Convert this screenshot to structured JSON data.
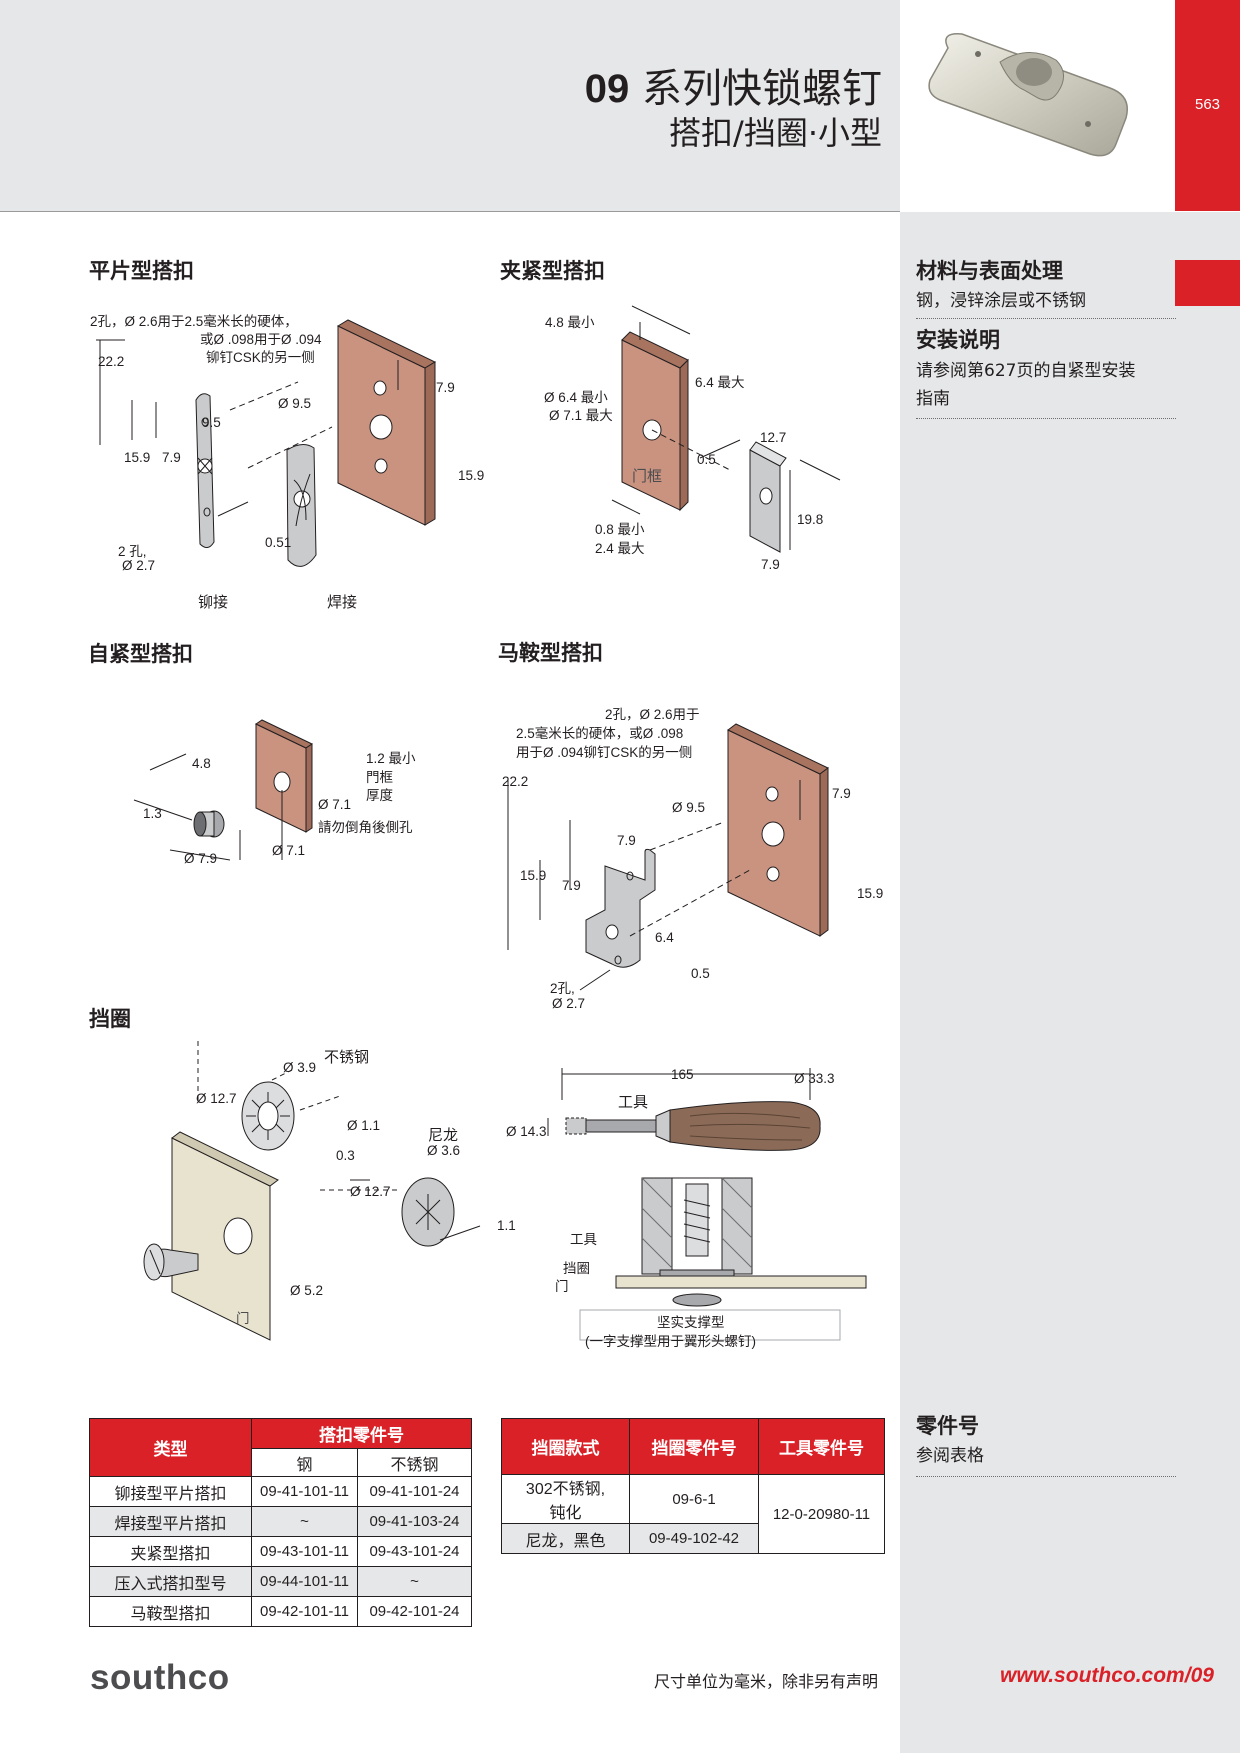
{
  "header": {
    "series_number": "09",
    "title": "系列快锁螺钉",
    "subtitle": "搭扣/挡圈·小型",
    "page_number": "563"
  },
  "sidebar": {
    "materials_heading": "材料与表面处理",
    "materials_text": "钢，浸锌涂层或不锈钢",
    "install_heading": "安装说明",
    "install_text_1": "请参阅第627页的自紧型安装",
    "install_text_2": "指南",
    "parts_heading": "零件号",
    "parts_text": "参阅表格"
  },
  "sections": {
    "flat": {
      "title": "平片型搭扣",
      "note_1": "2孔，Ø 2.6用于2.5毫米长的硬体，",
      "note_2": "或Ø .098用于Ø .094",
      "note_3": "铆钉CSK的另一侧",
      "d_22_2": "22.2",
      "d_9_5": "9.5",
      "d_15_9": "15.9",
      "d_7_9": "7.9",
      "d_phi95": "Ø 9.5",
      "d_r79": "7.9",
      "d_r159": "15.9",
      "d_051": "0.51",
      "holes_1": "2 孔,",
      "holes_2": "Ø 2.7",
      "cap_rivet": "铆接",
      "cap_weld": "焊接"
    },
    "clamp": {
      "title": "夹紧型搭扣",
      "d_48": "4.8 最小",
      "d_64": "6.4 最大",
      "d_phi64": "Ø 6.4 最小",
      "d_phi71": "Ø 7.1 最大",
      "frame": "门框",
      "d_05": "0.5",
      "d_127": "12.7",
      "d_198": "19.8",
      "d_08": "0.8 最小",
      "d_24": "2.4 最大",
      "d_79": "7.9"
    },
    "self": {
      "title": "自紧型搭扣",
      "d_48": "4.8",
      "d_13": "1.3",
      "d_phi79": "Ø 7.9",
      "d_phi71b": "Ø 7.1",
      "d_12": "1.2 最小",
      "frame_1": "門框",
      "frame_2": "厚度",
      "d_phi71": "Ø 7.1",
      "note": "請勿倒角後側孔"
    },
    "saddle": {
      "title": "马鞍型搭扣",
      "note_1": "2孔，Ø 2.6用于",
      "note_2": "2.5毫米长的硬体，或Ø .098",
      "note_3": "用于Ø .094铆钉CSK的另一侧",
      "d_222": "22.2",
      "d_phi95": "Ø 9.5",
      "d_79r": "7.9",
      "d_79": "7.9",
      "d_159": "15.9",
      "d_79b": "7.9",
      "d_159r": "15.9",
      "d_64": "6.4",
      "d_05": "0.5",
      "holes_1": "2孔,",
      "holes_2": "Ø 2.7"
    },
    "retainer": {
      "title": "挡圈",
      "d_phi39": "Ø 3.9",
      "ss": "不锈钢",
      "d_phi127": "Ø 12.7",
      "d_phi11": "Ø 1.1",
      "d_03": "0.3",
      "nylon": "尼龙",
      "d_phi36": "Ø 3.6",
      "d_phi127b": "Ø 12.7",
      "d_11": "1.1",
      "d_phi52": "Ø 5.2",
      "door": "门"
    },
    "tool": {
      "d_165": "165",
      "d_phi333": "Ø 33.3",
      "tool_label": "工具",
      "d_phi143": "Ø 14.3",
      "lbl_tool": "工具",
      "lbl_ret": "挡圈",
      "lbl_door": "门",
      "support_1": "坚实支撑型",
      "support_2": "(一字支撑型用于翼形头螺钉)"
    }
  },
  "table1": {
    "h_type": "类型",
    "h_parts": "搭扣零件号",
    "h_steel": "钢",
    "h_ss": "不锈钢",
    "rows": [
      {
        "type": "铆接型平片搭扣",
        "steel": "09-41-101-11",
        "ss": "09-41-101-24"
      },
      {
        "type": "焊接型平片搭扣",
        "steel": "~",
        "ss": "09-41-103-24"
      },
      {
        "type": "夹紧型搭扣",
        "steel": "09-43-101-11",
        "ss": "09-43-101-24"
      },
      {
        "type": "压入式搭扣型号",
        "steel": "09-44-101-11",
        "ss": "~"
      },
      {
        "type": "马鞍型搭扣",
        "steel": "09-42-101-11",
        "ss": "09-42-101-24"
      }
    ]
  },
  "table2": {
    "h_style": "挡圈款式",
    "h_part": "挡圈零件号",
    "h_tool": "工具零件号",
    "r1_style_1": "302不锈钢,",
    "r1_style_2": "钝化",
    "r1_part": "09-6-1",
    "r2_style": "尼龙，黑色",
    "r2_part": "09-49-102-42",
    "tool_part": "12-0-20980-11"
  },
  "footer": {
    "logo": "southco",
    "note": "尺寸单位为毫米，除非另有声明",
    "url": "www.southco.com/09"
  },
  "colors": {
    "brand_red": "#da2128",
    "panel_gray": "#e6e7e8",
    "copper": "#c99380",
    "beige": "#e8e3cf"
  }
}
